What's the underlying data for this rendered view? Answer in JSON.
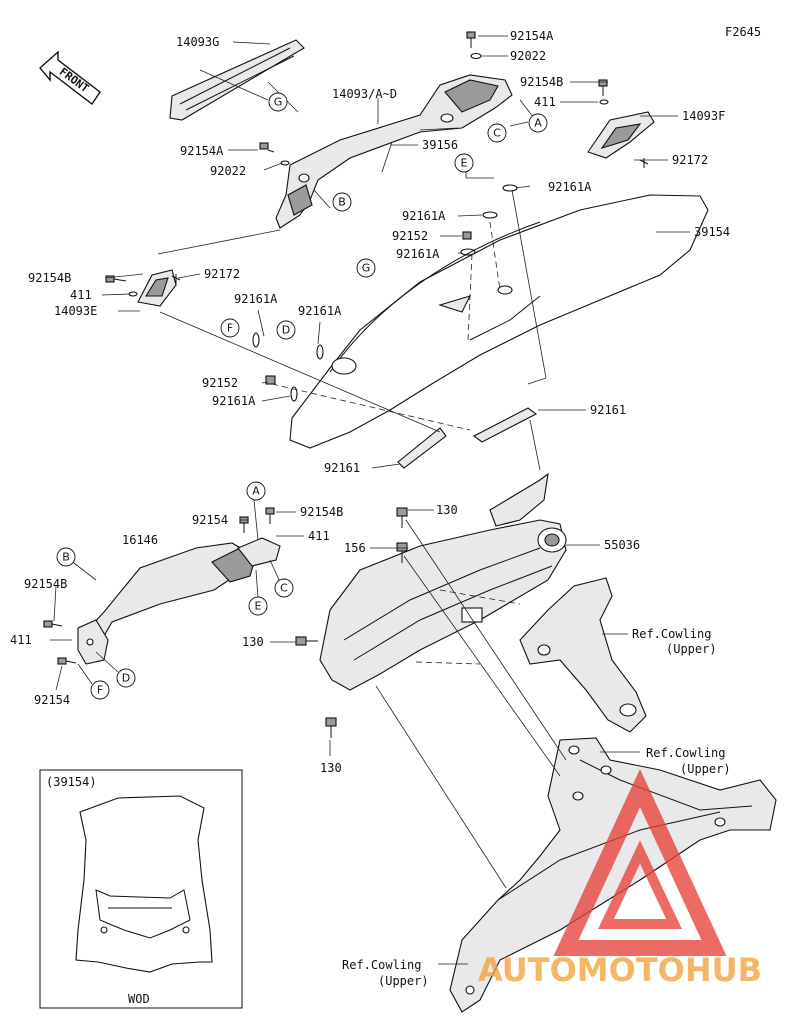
{
  "page": {
    "figure_code": "F2645",
    "front_marker": "FRONT",
    "inset_title": "(39154)",
    "inset_caption": "WOD",
    "watermark": "AUTOMOTOHUB"
  },
  "callouts": [
    {
      "id": "t_14093g",
      "text": "14093G"
    },
    {
      "id": "t_92154a_1",
      "text": "92154A"
    },
    {
      "id": "t_92022_1",
      "text": "92022"
    },
    {
      "id": "t_92154b_1",
      "text": "92154B"
    },
    {
      "id": "t_411_1",
      "text": "411"
    },
    {
      "id": "t_14093ad",
      "text": "14093/A~D"
    },
    {
      "id": "t_14093f",
      "text": "14093F"
    },
    {
      "id": "t_39156",
      "text": "39156"
    },
    {
      "id": "t_92154a_2",
      "text": "92154A"
    },
    {
      "id": "t_92022_2",
      "text": "92022"
    },
    {
      "id": "t_92172_1",
      "text": "92172"
    },
    {
      "id": "t_92161a_1",
      "text": "92161A"
    },
    {
      "id": "t_92161a_2",
      "text": "92161A"
    },
    {
      "id": "t_92152_1",
      "text": "92152"
    },
    {
      "id": "t_92161a_3",
      "text": "92161A"
    },
    {
      "id": "t_39154",
      "text": "39154"
    },
    {
      "id": "t_92154b_2",
      "text": "92154B"
    },
    {
      "id": "t_92172_2",
      "text": "92172"
    },
    {
      "id": "t_411_2",
      "text": "411"
    },
    {
      "id": "t_14093e",
      "text": "14093E"
    },
    {
      "id": "t_92161a_4",
      "text": "92161A"
    },
    {
      "id": "t_92161a_5",
      "text": "92161A"
    },
    {
      "id": "t_92152_2",
      "text": "92152"
    },
    {
      "id": "t_92161a_6",
      "text": "92161A"
    },
    {
      "id": "t_92161_1",
      "text": "92161"
    },
    {
      "id": "t_92161_2",
      "text": "92161"
    },
    {
      "id": "t_130_1",
      "text": "130"
    },
    {
      "id": "t_92154",
      "text": "92154"
    },
    {
      "id": "t_92154b_3",
      "text": "92154B"
    },
    {
      "id": "t_411_3",
      "text": "411"
    },
    {
      "id": "t_156",
      "text": "156"
    },
    {
      "id": "t_55036",
      "text": "55036"
    },
    {
      "id": "t_16146",
      "text": "16146"
    },
    {
      "id": "t_92154b_4",
      "text": "92154B"
    },
    {
      "id": "t_411_4",
      "text": "411"
    },
    {
      "id": "t_92154_2",
      "text": "92154"
    },
    {
      "id": "t_130_2",
      "text": "130"
    },
    {
      "id": "t_130_3",
      "text": "130"
    },
    {
      "id": "t_ref1a",
      "text": "Ref.Cowling"
    },
    {
      "id": "t_ref1b",
      "text": "(Upper)"
    },
    {
      "id": "t_ref2a",
      "text": "Ref.Cowling"
    },
    {
      "id": "t_ref2b",
      "text": "(Upper)"
    },
    {
      "id": "t_ref3a",
      "text": "Ref.Cowling"
    },
    {
      "id": "t_ref3b",
      "text": "(Upper)"
    }
  ],
  "reference_letters": [
    {
      "id": "c_g1",
      "letter": "G"
    },
    {
      "id": "c_a1",
      "letter": "A"
    },
    {
      "id": "c_c1",
      "letter": "C"
    },
    {
      "id": "c_e1",
      "letter": "E"
    },
    {
      "id": "c_b1",
      "letter": "B"
    },
    {
      "id": "c_g2",
      "letter": "G"
    },
    {
      "id": "c_f1",
      "letter": "F"
    },
    {
      "id": "c_d1",
      "letter": "D"
    },
    {
      "id": "c_a2",
      "letter": "A"
    },
    {
      "id": "c_c2",
      "letter": "C"
    },
    {
      "id": "c_e2",
      "letter": "E"
    },
    {
      "id": "c_b2",
      "letter": "B"
    },
    {
      "id": "c_d2",
      "letter": "D"
    },
    {
      "id": "c_f2",
      "letter": "F"
    }
  ],
  "colors": {
    "line": "#111111",
    "watermark_red": "#e8423a",
    "watermark_orange": "#f3a23a",
    "watermark_gray": "#7a7a7a"
  }
}
